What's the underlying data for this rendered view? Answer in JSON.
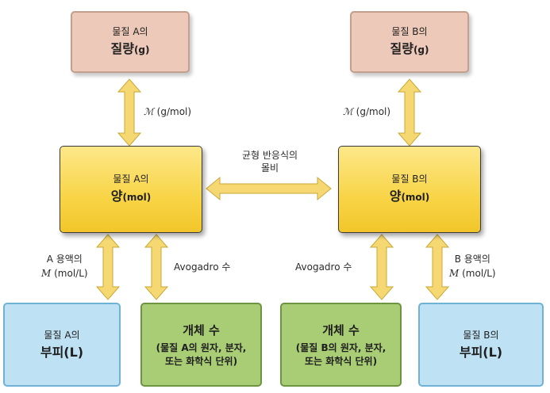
{
  "boxes": {
    "mass_a": {
      "line1": "물질 A의",
      "line2": "질량",
      "unit": "(g)"
    },
    "mass_b": {
      "line1": "물질 B의",
      "line2": "질량",
      "unit": "(g)"
    },
    "mole_a": {
      "line1": "물질 A의",
      "line2": "양",
      "unit": "(mol)"
    },
    "mole_b": {
      "line1": "물질 B의",
      "line2": "양",
      "unit": "(mol)"
    },
    "volume_a": {
      "line1": "물질 A의",
      "line2": "부피(L)"
    },
    "volume_b": {
      "line1": "물질 B의",
      "line2": "부피(L)"
    },
    "count_a": {
      "title": "개체 수",
      "desc1": "(물질 A의 원자, 분자,",
      "desc2": "또는 화학식 단위)"
    },
    "count_b": {
      "title": "개체 수",
      "desc1": "(물질 B의 원자, 분자,",
      "desc2": "또는 화학식 단위)"
    }
  },
  "labels": {
    "molar_mass_a": {
      "symbol": "ℳ",
      "text": " (g/mol)"
    },
    "molar_mass_b": {
      "symbol": "ℳ",
      "text": " (g/mol)"
    },
    "mole_ratio": {
      "line1": "균형 반응식의",
      "line2": "몰비"
    },
    "solution_a": {
      "line1": "A 용액의",
      "symbol": "M",
      "text": " (mol/L)"
    },
    "solution_b": {
      "line1": "B 용액의",
      "symbol": "M",
      "text": " (mol/L)"
    },
    "avogadro_a": "Avogadro 수",
    "avogadro_b": "Avogadro 수"
  },
  "colors": {
    "arrow_fill": "#f6d873",
    "arrow_stroke": "#c9a935",
    "mass_box": "#ecc9b8",
    "mole_box": "#f8d446",
    "volume_box": "#bfe1f4",
    "count_box": "#a9cd74"
  }
}
